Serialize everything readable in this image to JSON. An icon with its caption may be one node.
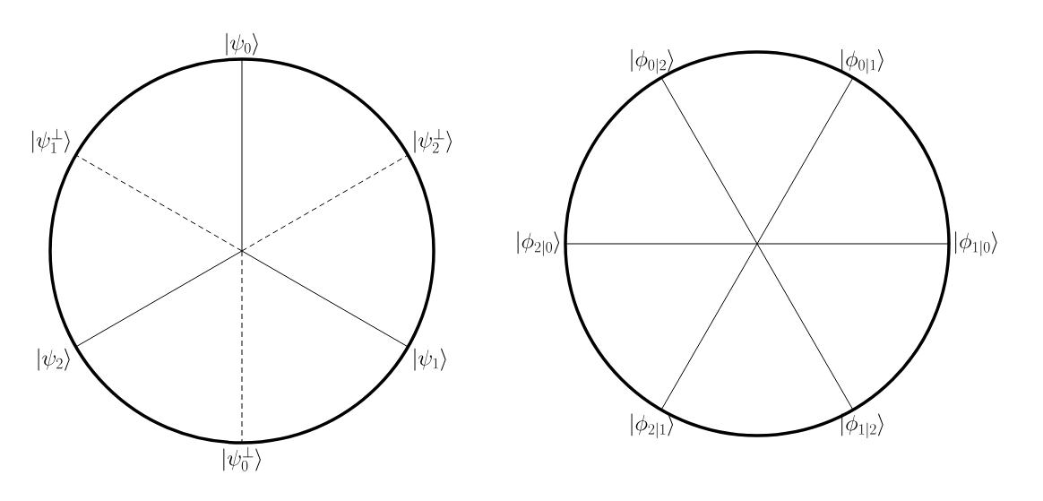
{
  "diagram": {
    "nodes": [
      {
        "text": [],
        "shape": "circle"
      },
      {
        "text": [
          "|\\psi_0\\rangle"
        ]
      },
      {
        "text": [
          "|\\psi_1^\\perp\\rangle"
        ]
      },
      {
        "text": [
          "|\\psi_2^\\perp\\rangle"
        ]
      },
      {
        "text": [
          "|\\psi_2\\rangle"
        ]
      },
      {
        "text": [
          "|\\psi_1\\rangle"
        ]
      },
      {
        "text": [
          "|\\psi_0^\\perp\\rangle"
        ]
      },
      {
        "text": [],
        "shape": "circle"
      },
      {
        "text": [
          "|\\phi_{0|2}\\rangle"
        ]
      },
      {
        "text": [
          "|\\phi_{0|1}\\rangle"
        ]
      },
      {
        "text": [
          "|\\phi_{2|0}\\rangle"
        ]
      },
      {
        "text": [
          "|\\phi_{1|0}\\rangle"
        ]
      },
      {
        "text": [
          "|\\phi_{2|1}\\rangle"
        ]
      },
      {
        "text": [
          "|\\phi_{1|2}\\rangle"
        ]
      }
    ],
    "edges": [
      {
        "from": 0,
        "to": 1,
        "arrow": "none"
      },
      {
        "from": 0,
        "to": 2,
        "arrow": "none",
        "style": "dashed"
      },
      {
        "from": 0,
        "to": 3,
        "arrow": "none",
        "style": "dashed"
      },
      {
        "from": 0,
        "to": 4,
        "arrow": "none"
      },
      {
        "from": 0,
        "to": 5,
        "arrow": "none"
      },
      {
        "from": 0,
        "to": 6,
        "arrow": "none",
        "style": "dashed"
      },
      {
        "from": 7,
        "to": 8,
        "arrow": "none"
      },
      {
        "from": 7,
        "to": 9,
        "arrow": "none"
      },
      {
        "from": 7,
        "to": 10,
        "arrow": "none"
      },
      {
        "from": 7,
        "to": 11,
        "arrow": "none"
      },
      {
        "from": 7,
        "to": 12,
        "arrow": "none"
      },
      {
        "from": 7,
        "to": 13,
        "arrow": "none"
      }
    ]
  }
}
